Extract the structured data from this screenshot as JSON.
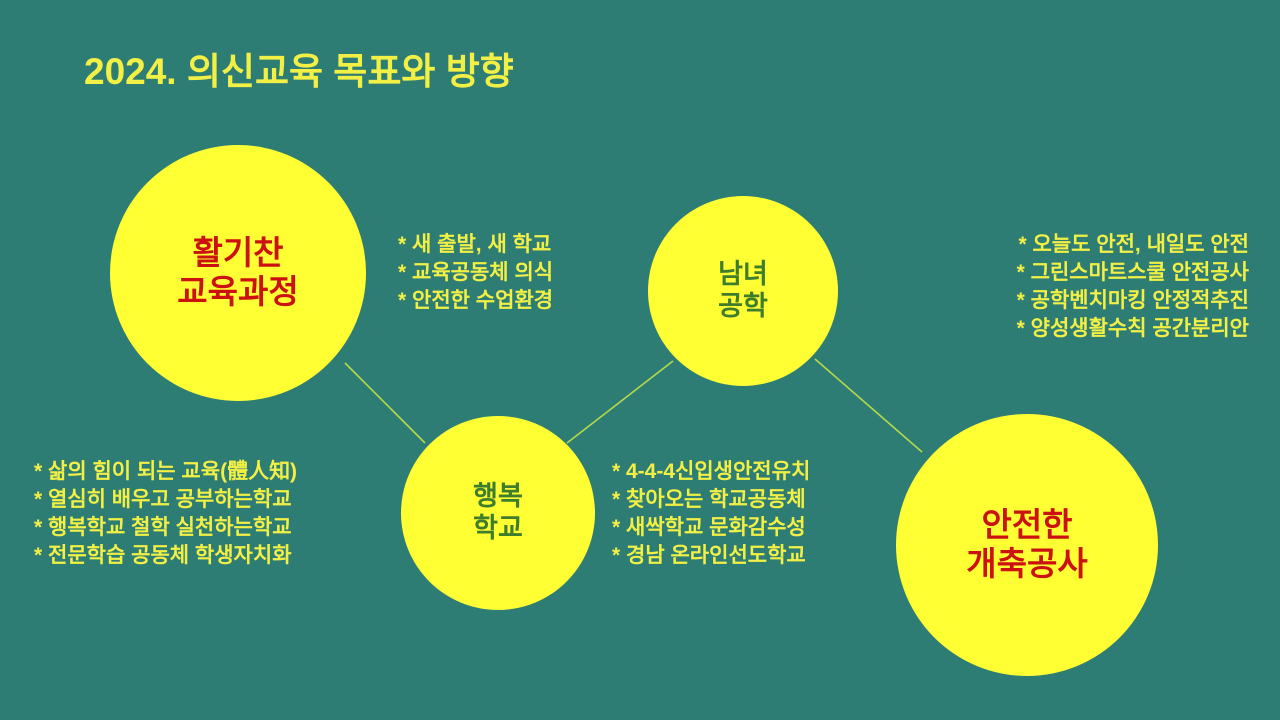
{
  "slide": {
    "title": "2024. 의신교육 목표와 방향",
    "background_color": "#2e7d75",
    "circle_color": "#ffff33",
    "title_color": "#f2f045",
    "bullet_color": "#f2f045",
    "red_label_color": "#cc1111",
    "green_label_color": "#3d7d2b",
    "connector_color": "#b6d94a"
  },
  "nodes": {
    "curriculum": {
      "line1": "활기찬",
      "line2": "교육과정"
    },
    "coed": {
      "line1": "남녀",
      "line2": "공학"
    },
    "happy": {
      "line1": "행복",
      "line2": "학교"
    },
    "safe": {
      "line1": "안전한",
      "line2": "개축공사"
    }
  },
  "bullets": {
    "curriculum": [
      "* 새 출발, 새 학교",
      "* 교육공동체 의식",
      "* 안전한 수업환경"
    ],
    "coed": [
      "* 오늘도 안전, 내일도 안전",
      "* 그린스마트스쿨 안전공사",
      "* 공학벤치마킹 안정적추진",
      "* 양성생활수칙 공간분리안"
    ],
    "happy": [
      "* 삶의 힘이 되는 교육(體人知)",
      "* 열심히 배우고 공부하는학교",
      "* 행복학교 철학 실천하는학교",
      "* 전문학습 공동체 학생자치화"
    ],
    "safe": [
      "* 4-4-4신입생안전유치",
      "* 찾아오는 학교공동체",
      "* 새싹학교 문화감수성",
      "* 경남 온라인선도학교"
    ]
  }
}
